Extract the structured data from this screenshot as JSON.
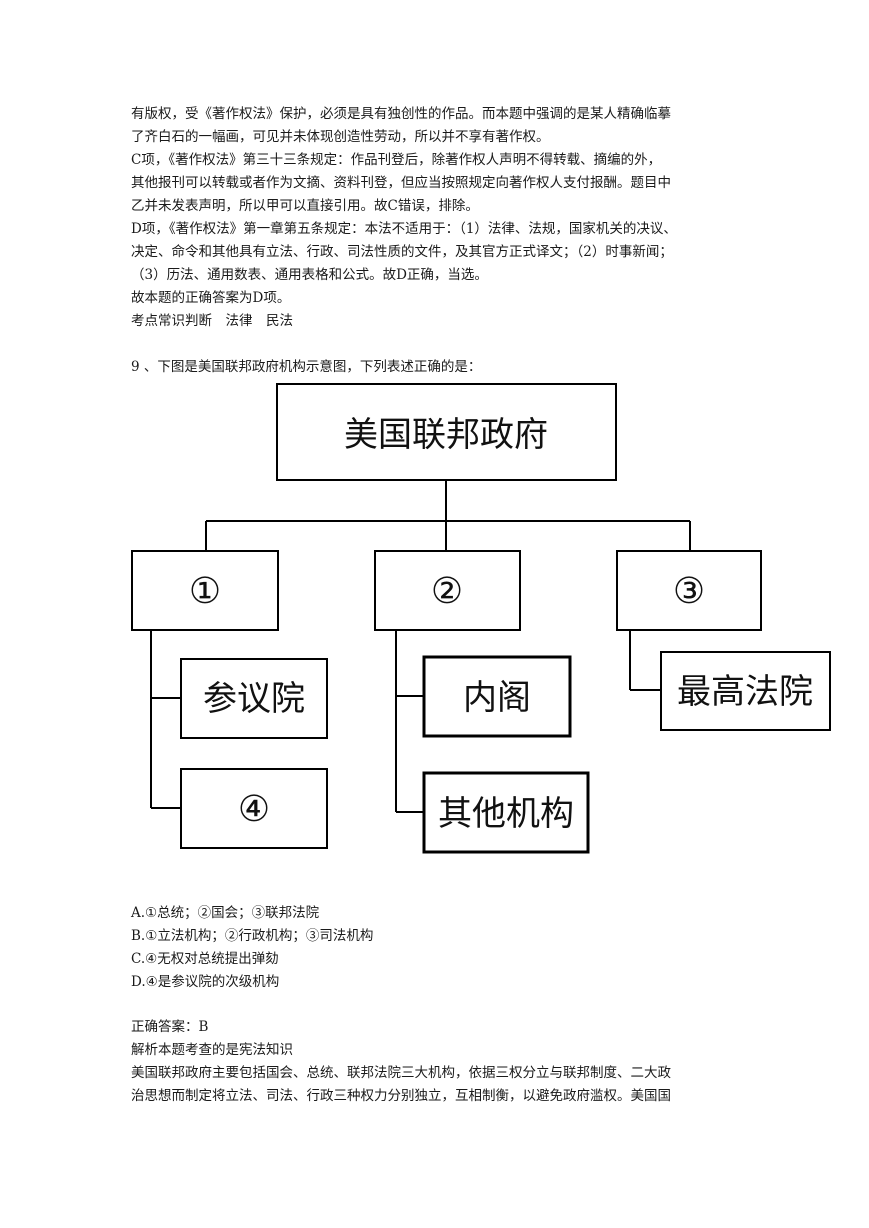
{
  "text_top": [
    "有版权，受《著作权法》保护，必须是具有独创性的作品。而本题中强调的是某人精确临摹",
    "了齐白石的一幅画，可见并未体现创造性劳动，所以并不享有著作权。",
    "C项，《著作权法》第三十三条规定：作品刊登后，除著作权人声明不得转载、摘编的外，",
    "其他报刊可以转载或者作为文摘、资料刊登，但应当按照规定向著作权人支付报酬。题目中",
    "乙并未发表声明，所以甲可以直接引用。故C错误，排除。",
    "D项，《著作权法》第一章第五条规定：本法不适用于：（1）法律、法规，国家机关的决议、",
    "决定、命令和其他具有立法、行政、司法性质的文件，及其官方正式译文；（2）时事新闻；",
    "（3）历法、通用数表、通用表格和公式。故D正确，当选。",
    "故本题的正确答案为D项。",
    "考点常识判断　法律　民法"
  ],
  "question": "9 、下图是美国联邦政府机构示意图，下列表述正确的是：",
  "diagram": {
    "root": "美国联邦政府",
    "branch1": "①",
    "branch2": "②",
    "branch3": "③",
    "senate": "参议院",
    "box4": "④",
    "cabinet": "内阁",
    "other_agencies": "其他机构",
    "supreme_court": "最高法院"
  },
  "options": [
    "A.①总统；②国会；③联邦法院",
    "B.①立法机构；②行政机构；③司法机构",
    "C.④无权对总统提出弹劾",
    "D.④是参议院的次级机构"
  ],
  "answer": "正确答案：B",
  "analysis": [
    "解析本题考查的是宪法知识",
    "美国联邦政府主要包括国会、总统、联邦法院三大机构，依据三权分立与联邦制度、二大政",
    "治思想而制定将立法、司法、行政三种权力分别独立，互相制衡，以避免政府滥权。美国国"
  ]
}
